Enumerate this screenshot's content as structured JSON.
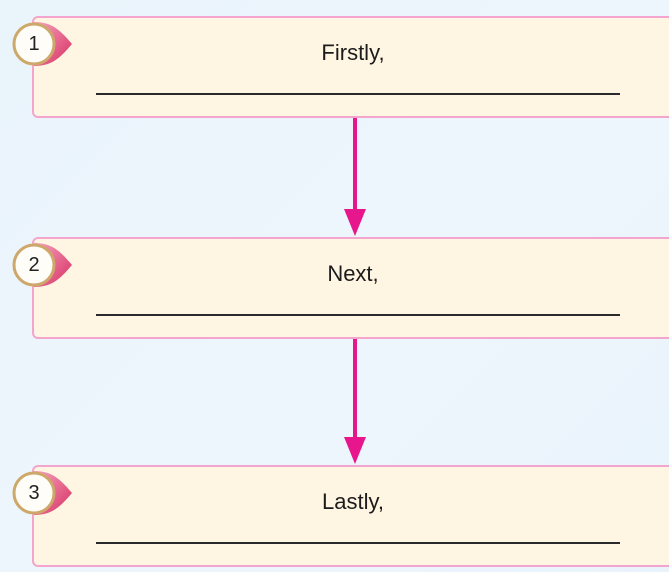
{
  "steps": [
    {
      "number": "1",
      "label": "Firstly,"
    },
    {
      "number": "2",
      "label": "Next,"
    },
    {
      "number": "3",
      "label": "Lastly,"
    }
  ],
  "colors": {
    "box_fill": "#fff5e3",
    "box_border": "#f3a5cd",
    "arrow": "#e8168c",
    "badge_pointer": "#e64a7a"
  },
  "icons": {
    "badge": "numbered-circle-pointer-icon",
    "connector": "down-arrow-icon"
  }
}
